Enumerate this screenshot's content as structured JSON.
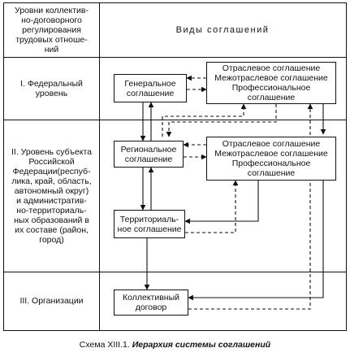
{
  "table": {
    "header_left": "Уровни коллектив-\nно-договорного\nрегулирования\nтрудовых отноше-\nний",
    "header_right": "Виды соглашений",
    "rows": [
      {
        "level": "I. Федеральный\nуровень"
      },
      {
        "level": "II. Уровень субъекта\nРоссийской\nФедерации(респуб-\nлика, край, область,\nавтономный округ)\nи административ-\nно-территориаль-\nных образований в\nих составе (район,\nгород)"
      },
      {
        "level": "III. Организации"
      }
    ]
  },
  "boxes": {
    "general": "Генеральное\nсоглашение",
    "federal_sectoral": "Отраслевое соглашение\nМежотраслевое соглашение\nПрофессиональное\nсоглашение",
    "regional": "Региональное\nсоглашение",
    "regional_sectoral": "Отраслевое соглашение\nМежотраслевое соглашение\nПрофессиональное\nсоглашение",
    "territorial": "Территориаль-\nное соглашение",
    "collective": "Коллективный\nдоговор"
  },
  "caption": {
    "prefix": "Схема XIII.1.",
    "title": "Иерархия системы соглашений"
  }
}
